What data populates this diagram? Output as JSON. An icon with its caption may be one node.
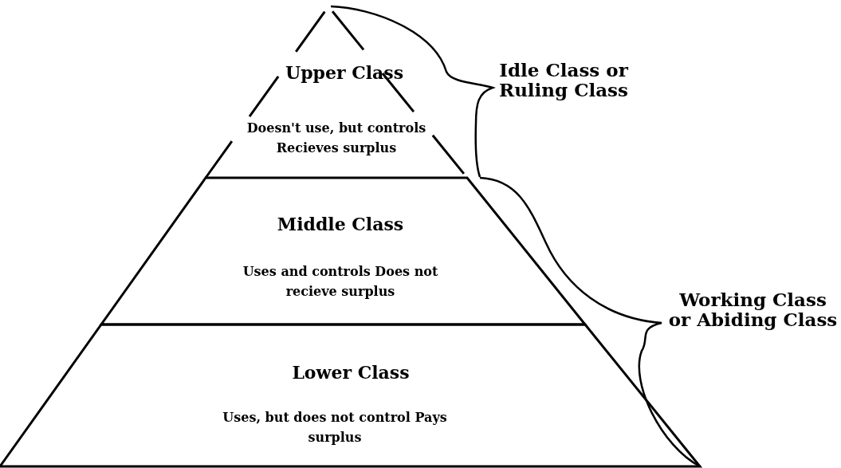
{
  "diagram": {
    "nodes": [
      {
        "text": [
          "Upper Class",
          "Doesn't use, but controls Recieves surplus"
        ]
      },
      {
        "text": [
          "Middle Class",
          "Uses and controls Does not recieve surplus"
        ]
      },
      {
        "text": [
          "Lower Class",
          "Uses, but does not control Pays surplus"
        ]
      }
    ],
    "edges": [],
    "labels": [
      "Idle Class or Ruling Class",
      "Working Class or Abiding Class"
    ]
  }
}
